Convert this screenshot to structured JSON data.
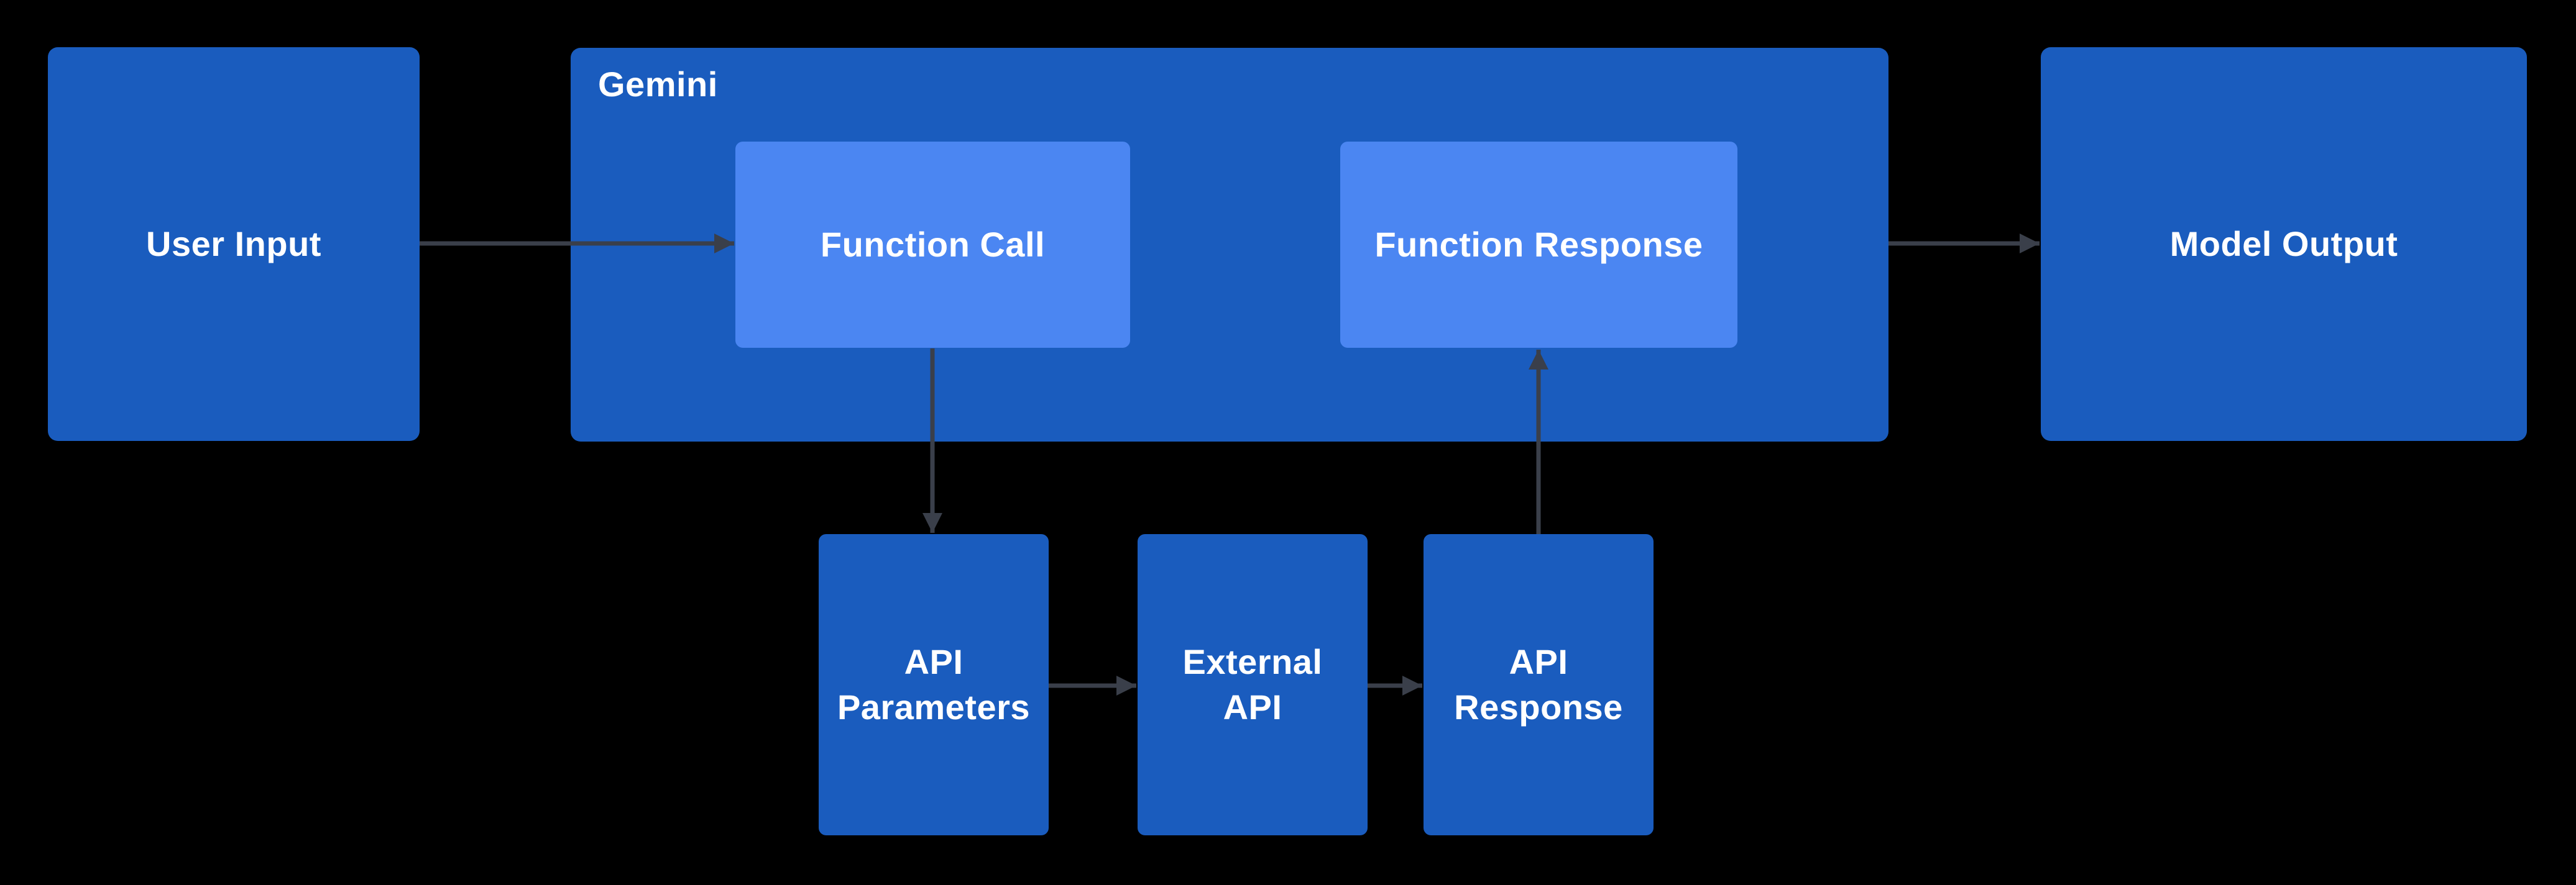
{
  "diagram": {
    "colors": {
      "background": "#000000",
      "node_fill": "#1A5CBE",
      "inner_node_fill": "#4B86F2",
      "arrow": "#3A3F4A",
      "text": "#FFFFFF"
    },
    "nodes": {
      "user_input": "User Input",
      "gemini_container": "Gemini",
      "function_call": "Function Call",
      "function_response": "Function Response",
      "model_output": "Model Output",
      "api_parameters": "API\nParameters",
      "external_api": "External\nAPI",
      "api_response": "API\nResponse"
    },
    "edges": [
      {
        "from": "user_input",
        "to": "function_call"
      },
      {
        "from": "gemini_container",
        "to": "model_output"
      },
      {
        "from": "function_call",
        "to": "api_parameters"
      },
      {
        "from": "api_parameters",
        "to": "external_api"
      },
      {
        "from": "external_api",
        "to": "api_response"
      },
      {
        "from": "api_response",
        "to": "function_response"
      }
    ]
  }
}
